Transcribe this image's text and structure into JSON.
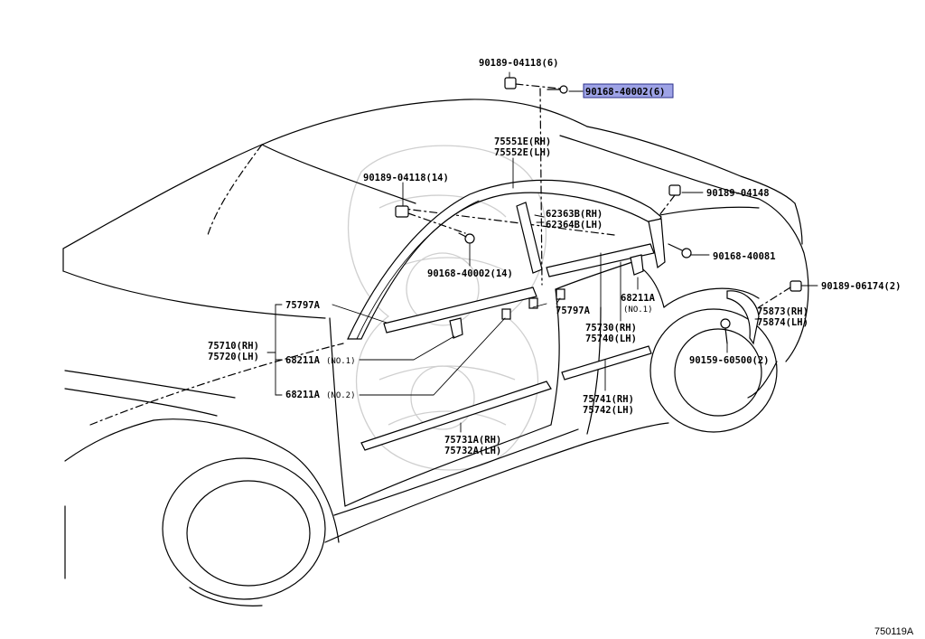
{
  "diagram": {
    "highlight_color": "#9ea3e6",
    "labels": {
      "p_90189_04118_6": "90189-04118(6)",
      "p_90168_40002_6": "90168-40002(6)",
      "p_75551E": "75551E(RH)",
      "p_75552E": "75552E(LH)",
      "p_90189_04118_14": "90189-04118(14)",
      "p_90189_04148": "90189-04148",
      "p_62363B": "62363B(RH)",
      "p_62364B": "62364B(LH)",
      "p_90168_40081": "90168-40081",
      "p_90168_40002_14": "90168-40002(14)",
      "p_90189_06174": "90189-06174(2)",
      "p_75797A_left": "75797A",
      "p_68211A_right": "68211A",
      "p_68211A_right_no": "(NO.1)",
      "p_75797A_mid": "75797A",
      "p_75873": "75873(RH)",
      "p_75874": "75874(LH)",
      "p_75730": "75730(RH)",
      "p_75740": "75740(LH)",
      "p_75710": "75710(RH)",
      "p_75720": "75720(LH)",
      "p_68211A_no1": "68211A",
      "p_68211A_no1_tag": "(NO.1)",
      "p_90159_60500": "90159-60500(2)",
      "p_68211A_no2": "68211A",
      "p_68211A_no2_tag": "(NO.2)",
      "p_75741": "75741(RH)",
      "p_75742": "75742(LH)",
      "p_75731A": "75731A(RH)",
      "p_75732A": "75732A(LH)"
    },
    "figure_code": "750119A"
  }
}
